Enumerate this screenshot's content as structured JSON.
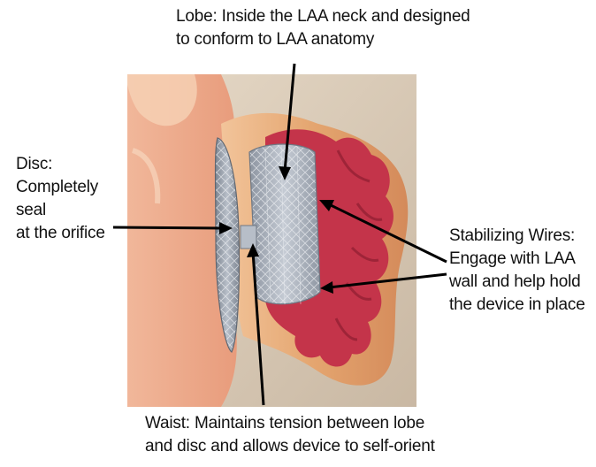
{
  "labels": {
    "lobe": [
      "Lobe: Inside the LAA neck and designed",
      "to conform to LAA anatomy"
    ],
    "disc": [
      "Disc:",
      "Completely",
      "seal",
      "at the orifice"
    ],
    "wires": [
      "Stabilizing Wires:",
      "Engage with LAA",
      "wall and help hold",
      "the device in place"
    ],
    "waist": [
      "Waist: Maintains tension between lobe",
      "and disc and allows device to self-orient"
    ]
  },
  "colors": {
    "background": "#d8ccbc",
    "tissue": "#e9b07e",
    "appendage_interior": "#c4344a",
    "device_mesh": "#9ea6b2",
    "arrow": "#000000"
  }
}
